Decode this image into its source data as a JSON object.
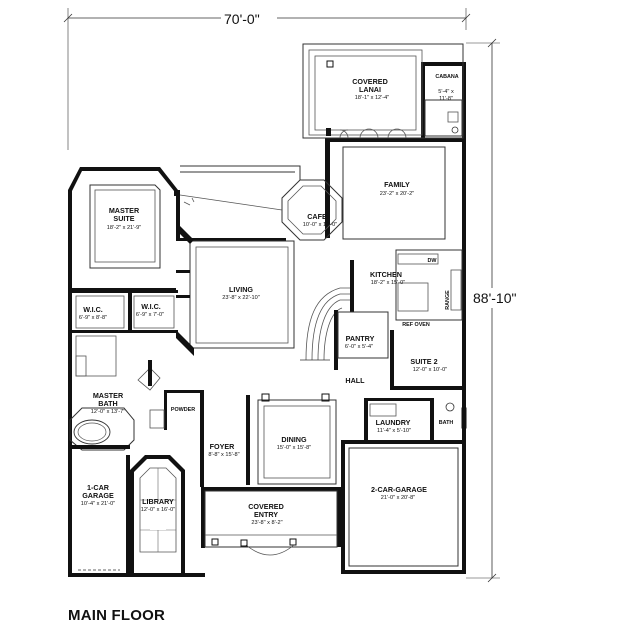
{
  "title": "MAIN FLOOR",
  "overall_width": "70'-0\"",
  "overall_depth": "88'-10\"",
  "rooms": {
    "covered_lanai": {
      "name": "COVERED",
      "name2": "LANAI",
      "dims": "18'-1\" x 12'-4\""
    },
    "cabana": {
      "name": "CABANA",
      "dims": "5'-4\" x",
      "dims2": "11'-8\""
    },
    "family": {
      "name": "FAMILY",
      "dims": "23'-2\" x 20'-2\""
    },
    "master_suite": {
      "name": "MASTER",
      "name2": "SUITE",
      "dims": "18'-2\" x 21'-9\""
    },
    "cafe": {
      "name": "CAFE",
      "dims": "10'-0\" x 10'-0\""
    },
    "living": {
      "name": "LIVING",
      "dims": "23'-8\" x 22'-10\""
    },
    "kitchen": {
      "name": "KITCHEN",
      "dims": "18'-2\" x 15'-0\""
    },
    "dw": {
      "name": "DW"
    },
    "range": {
      "name": "RANGE"
    },
    "ref_oven": {
      "name": "REF OVEN"
    },
    "wic_left": {
      "name": "W.I.C.",
      "dims": "6'-9\" x 8'-8\""
    },
    "wic_right": {
      "name": "W.I.C.",
      "dims": "6'-9\" x 7'-0\""
    },
    "pantry": {
      "name": "PANTRY",
      "dims": "6'-0\" x 5'-4\""
    },
    "suite2": {
      "name": "SUITE 2",
      "dims": "12'-0\" x 10'-0\""
    },
    "master_bath": {
      "name": "MASTER",
      "name2": "BATH",
      "dims": "12'-0\" x 13'-7\""
    },
    "hall": {
      "name": "HALL"
    },
    "powder": {
      "name": "POWDER"
    },
    "laundry": {
      "name": "LAUNDRY",
      "dims": "11'-4\" x 5'-10\""
    },
    "bath": {
      "name": "BATH"
    },
    "foyer": {
      "name": "FOYER",
      "dims": "8'-8\" x 15'-8\""
    },
    "dining": {
      "name": "DINING",
      "dims": "15'-0\" x 15'-8\""
    },
    "garage1": {
      "name": "1-CAR",
      "name2": "GARAGE",
      "dims": "10'-4\" x 21'-0\""
    },
    "library": {
      "name": "LIBRARY",
      "dims": "12'-0\" x 16'-0\""
    },
    "covered_entry": {
      "name": "COVERED",
      "name2": "ENTRY",
      "dims": "23'-8\" x 8'-2\""
    },
    "garage2": {
      "name": "2-CAR-GARAGE",
      "dims": "21'-0\" x 20'-8\""
    }
  }
}
